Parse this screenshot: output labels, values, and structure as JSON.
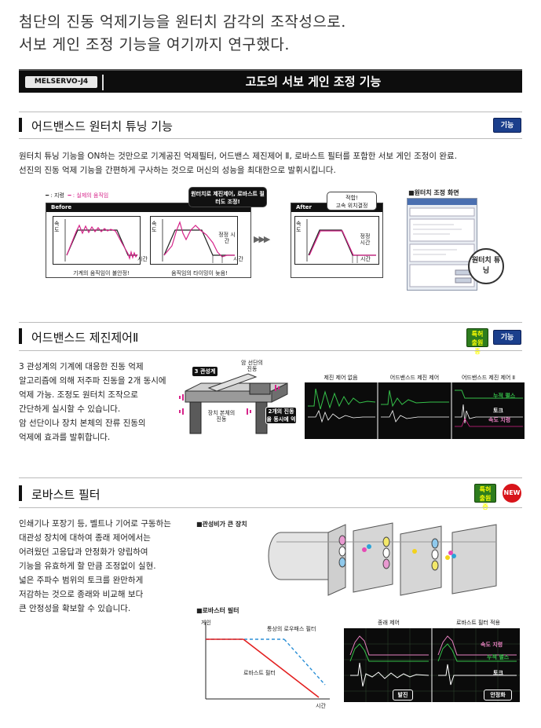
{
  "headline": {
    "line1": "첨단의 진동 억제기능을 원터치 감각의 조작성으로.",
    "line2": "서보 게인 조정 기능을 여기까지 연구했다."
  },
  "banner": {
    "logo": "MELSERVO-J4",
    "title": "고도의 서보 게인 조정 기능"
  },
  "section1": {
    "title": "어드밴스드 원터치 튜닝 기능",
    "badge": "기능 UP",
    "body_line1": "원터치 튜닝 기능을 ON하는 것만으로 기계공진 억제필터, 어드밴스 제진제어 Ⅱ, 로바스트 필터를 포함한 서보 게인 조정이 완료.",
    "body_line2": "선진의 진동 억제 기능을 간편하게 구사하는 것으로 머신의 성능을 최대한으로 발휘시킵니다.",
    "legend_command": "━ : 지령",
    "legend_actual": "━ : 실제의 움직임",
    "before_label": "Before",
    "after_label": "After",
    "speed_label": "속도",
    "time_label": "시간",
    "settle_label": "정정 시간",
    "caption_left": "기계의 움직임이 불안정!",
    "caption_mid": "움직임의 타이밍이 늦음!",
    "bubble_top": "원터치로 제진제어, 로바스트 필터도 조정!",
    "bubble_right_1": "적합!",
    "bubble_right_2": "고속 위치결정",
    "screen_title": "■원터치 조정 화면",
    "screen_tag": "원터치 튜닝"
  },
  "section2": {
    "title": "어드밴스드 제진제어Ⅱ",
    "badge_patent": "특허 출원중",
    "badge_up": "기능 UP",
    "body": [
      "3 관성계의 기계에 대응한 진동 억제",
      "알고리즘에 의해 저주파 진동을 2개 동시에",
      "억제 가능. 조정도 원터치 조작으로",
      "간단하게 실시할 수 있습니다.",
      "암 선단이나 장치 본체의 잔류 진동의",
      "억제에 효과를 발휘합니다."
    ],
    "machine_tag": "3 관성계",
    "arm_label": "암 선단의 진동",
    "body_label": "장치 본체의 진동",
    "twin_label": "2개의 진동을 동시에 억제",
    "scope_labels": [
      "제진 제어 없음",
      "어드밴스드 제진 제어",
      "어드밴스드 제진 제어 Ⅱ"
    ],
    "scope_tags": [
      "누적 펄스",
      "토크",
      "속도 지령"
    ]
  },
  "section3": {
    "title": "로바스트 필터",
    "badge_patent": "특허 출원중",
    "badge_new": "NEW",
    "body": [
      "인쇄기나 포장기 등, 벨트나 기어로 구동하는",
      "대관성 장치에 대하여 종래 제어에서는",
      "어려웠던 고응답과 안정화가 양립하여",
      "기능을 유효하게 할 만큼 조정없이 실현.",
      "넓은 주파수 범위의 토크를 완만하게",
      "저감하는 것으로 종래와 비교해 보다",
      "큰 안정성을 확보할 수 있습니다."
    ],
    "device_title": "■관성비가 큰 장치",
    "filter_title": "■로바스터 필터",
    "gain_label": "게인",
    "time_label": "시간",
    "lowpass_label": "통상의 로우패스 필터",
    "robust_label": "로바스트 필터",
    "scope_left_title": "종래 제어",
    "scope_right_title": "로바스트 필터 적용",
    "osc_tag": "발진",
    "stable_tag": "안정화",
    "scope_tags": [
      "속도 지령",
      "누적 펄스",
      "토크"
    ]
  },
  "colors": {
    "command": "#222222",
    "actual": "#d6248a",
    "accent_blue": "#1b3f8c",
    "accent_green": "#2e7d1e",
    "robust_red": "#e32020",
    "lowpass_blue": "#2a8fd6"
  }
}
